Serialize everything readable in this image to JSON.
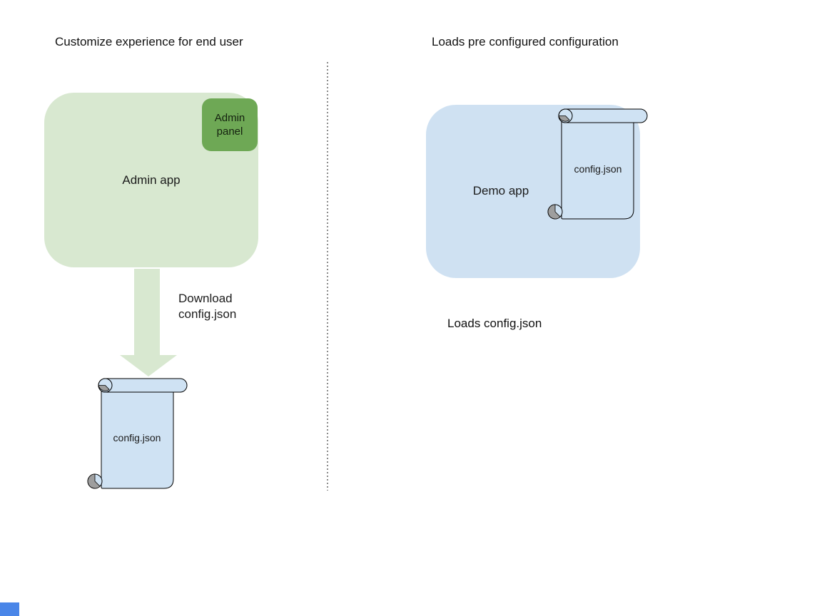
{
  "left": {
    "title": "Customize experience for end user",
    "admin_app_label": "Admin app",
    "admin_panel_label": "Admin panel",
    "arrow_label": "Download config.json",
    "scroll_label": "config.json"
  },
  "right": {
    "title": "Loads pre configured configuration",
    "demo_app_label": "Demo app",
    "scroll_label": "config.json",
    "caption": "Loads config.json"
  },
  "colors": {
    "light_green": "#d8e8d0",
    "dark_green": "#6ea855",
    "light_blue": "#cfe1f2",
    "scroll_blue": "#cfe2f3",
    "curl_gray": "#9e9e9e",
    "outline_black": "#000000",
    "divider_gray": "#8b8b8b",
    "accent_blue": "#4a86e8"
  }
}
